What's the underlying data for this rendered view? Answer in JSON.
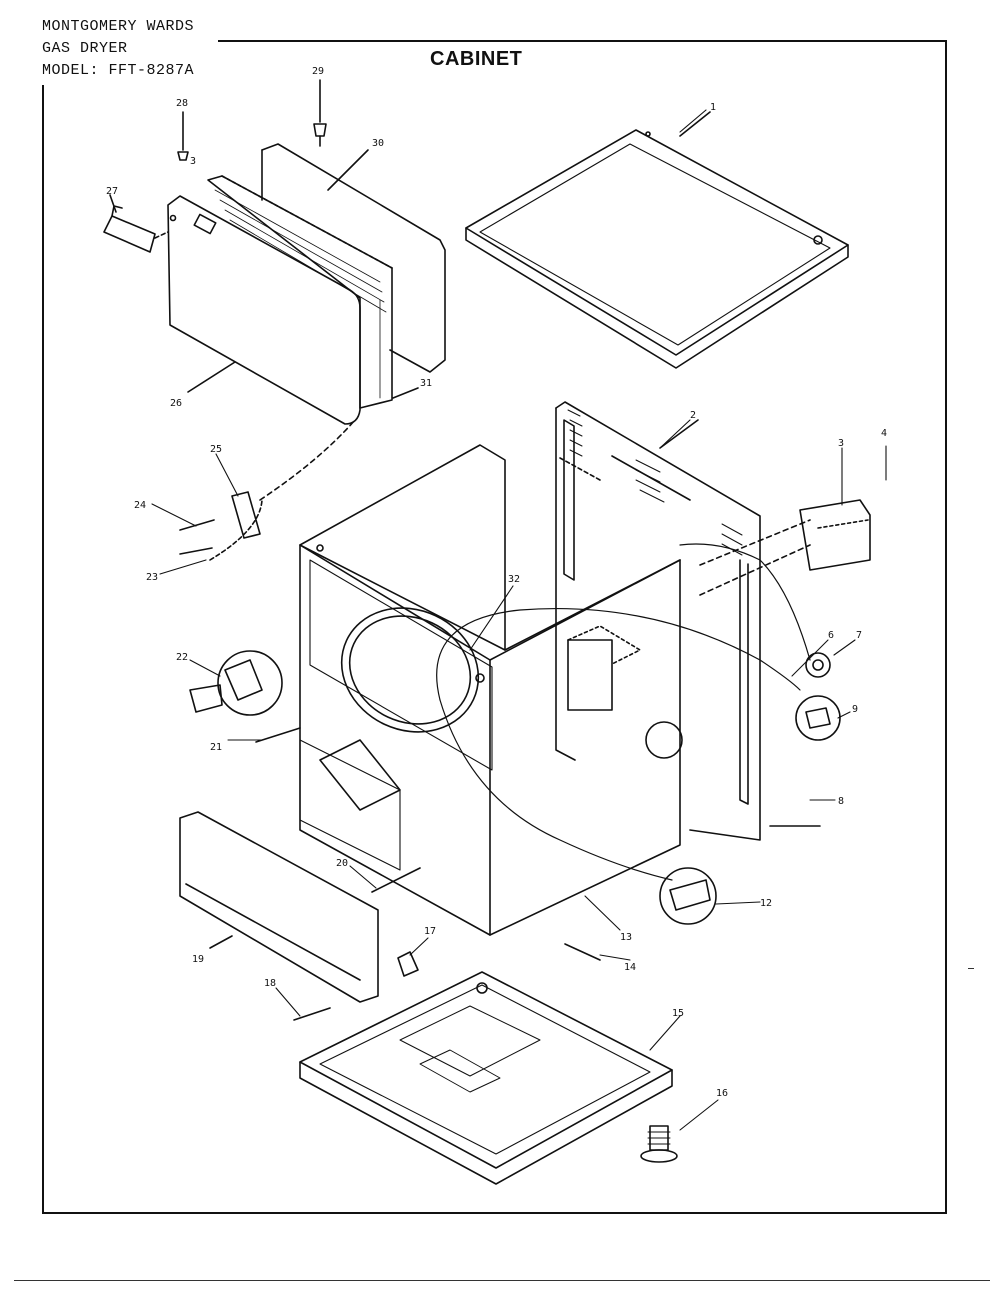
{
  "header": {
    "line1": "MONTGOMERY WARDS",
    "line2": "GAS DRYER",
    "line3": "MODEL: FFT-8287A"
  },
  "title": "CABINET",
  "callouts": [
    "1",
    "2",
    "3",
    "4",
    "6",
    "7",
    "8",
    "9",
    "12",
    "13",
    "14",
    "15",
    "16",
    "17",
    "18",
    "19",
    "20",
    "21",
    "22",
    "23",
    "24",
    "25",
    "26",
    "27",
    "28",
    "29",
    "30",
    "31",
    "32",
    "3"
  ]
}
